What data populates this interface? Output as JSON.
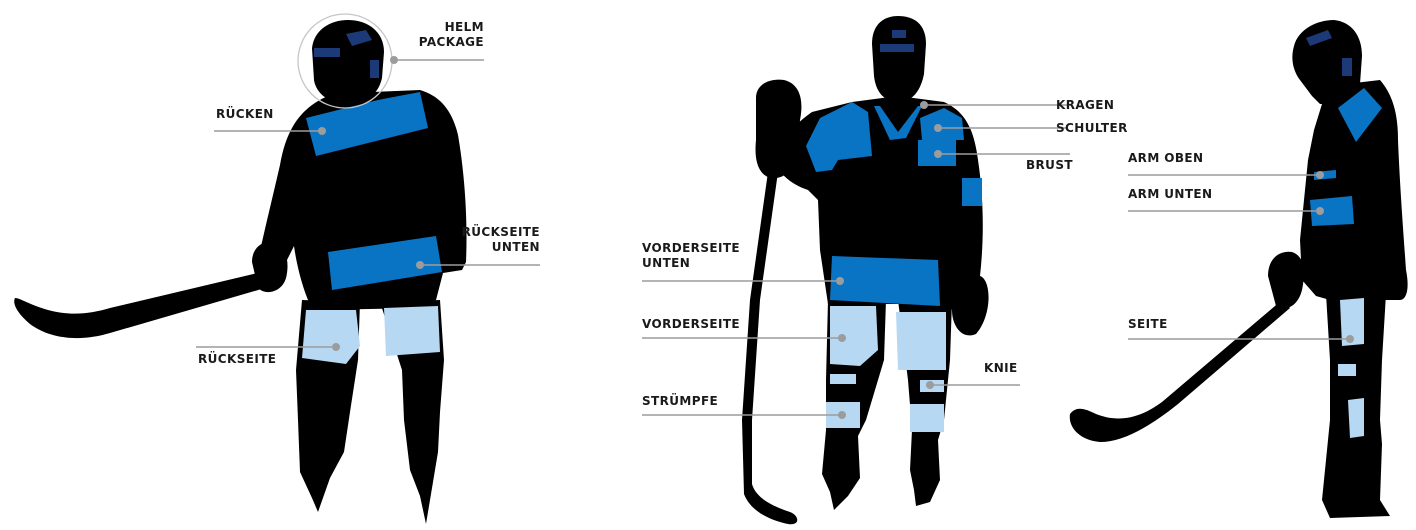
{
  "colors": {
    "silhouette": "#000000",
    "accent_blue": "#0a74c4",
    "light_blue": "#b6d8f2",
    "dark_navy": "#1d3a78",
    "leader_line": "#9c9c9c",
    "label_text": "#1a1a1a"
  },
  "figures": [
    {
      "view": "back",
      "labels": [
        {
          "id": "helm",
          "lines": [
            "HELM",
            "PACKAGE"
          ]
        },
        {
          "id": "ruecken",
          "lines": [
            "RÜCKEN"
          ]
        },
        {
          "id": "rueckseite-unten",
          "lines": [
            "RÜCKSEITE",
            "UNTEN"
          ]
        },
        {
          "id": "rueckseite",
          "lines": [
            "RÜCKSEITE"
          ]
        }
      ]
    },
    {
      "view": "front",
      "labels": [
        {
          "id": "kragen",
          "lines": [
            "KRAGEN"
          ]
        },
        {
          "id": "schulter",
          "lines": [
            "SCHULTER"
          ]
        },
        {
          "id": "brust",
          "lines": [
            "BRUST"
          ]
        },
        {
          "id": "vorderseite-unten",
          "lines": [
            "VORDERSEITE",
            "UNTEN"
          ]
        },
        {
          "id": "vorderseite",
          "lines": [
            "VORDERSEITE"
          ]
        },
        {
          "id": "knie",
          "lines": [
            "KNIE"
          ]
        },
        {
          "id": "struempfe",
          "lines": [
            "STRÜMPFE"
          ]
        }
      ]
    },
    {
      "view": "side",
      "labels": [
        {
          "id": "arm-oben",
          "lines": [
            "ARM OBEN"
          ]
        },
        {
          "id": "arm-unten",
          "lines": [
            "ARM UNTEN"
          ]
        },
        {
          "id": "seite",
          "lines": [
            "SEITE"
          ]
        }
      ]
    }
  ]
}
